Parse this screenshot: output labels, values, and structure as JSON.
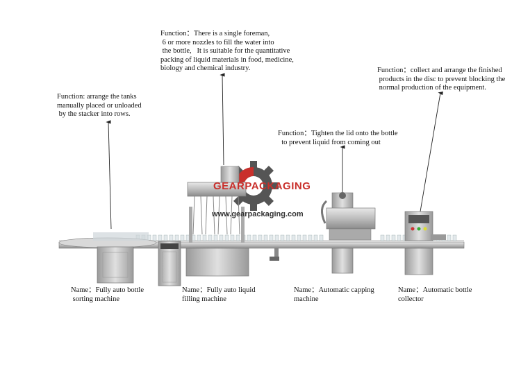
{
  "functions": {
    "sorting": "Function: arrange the tanks\nmanually placed or unloaded\n by the stacker into rows.",
    "filling": "Function：There is a single foreman,\n 6 or more nozzles to fill the water into\n the bottle,   It is suitable for the quantitative\npacking of liquid materials in food, medicine,\nbiology and chemical industry.",
    "capping": "Function：Tighten the lid onto the bottle\n  to prevent liquid from coming out",
    "collector": "Function：collect and arrange the finished\n products in the disc to prevent blocking the\n normal production of the equipment."
  },
  "names": {
    "sorting": "Name：Fully auto bottle\n sorting machine",
    "filling": "Name：Fully auto liquid\nfilling machine",
    "capping": "Name：Automatic capping\nmachine",
    "collector": "Name：Automatic bottle\ncollector"
  },
  "logo": {
    "brand": "GEARPACKAGING",
    "url": "www.gearpackaging.com",
    "brand_color": "#c9302c"
  }
}
